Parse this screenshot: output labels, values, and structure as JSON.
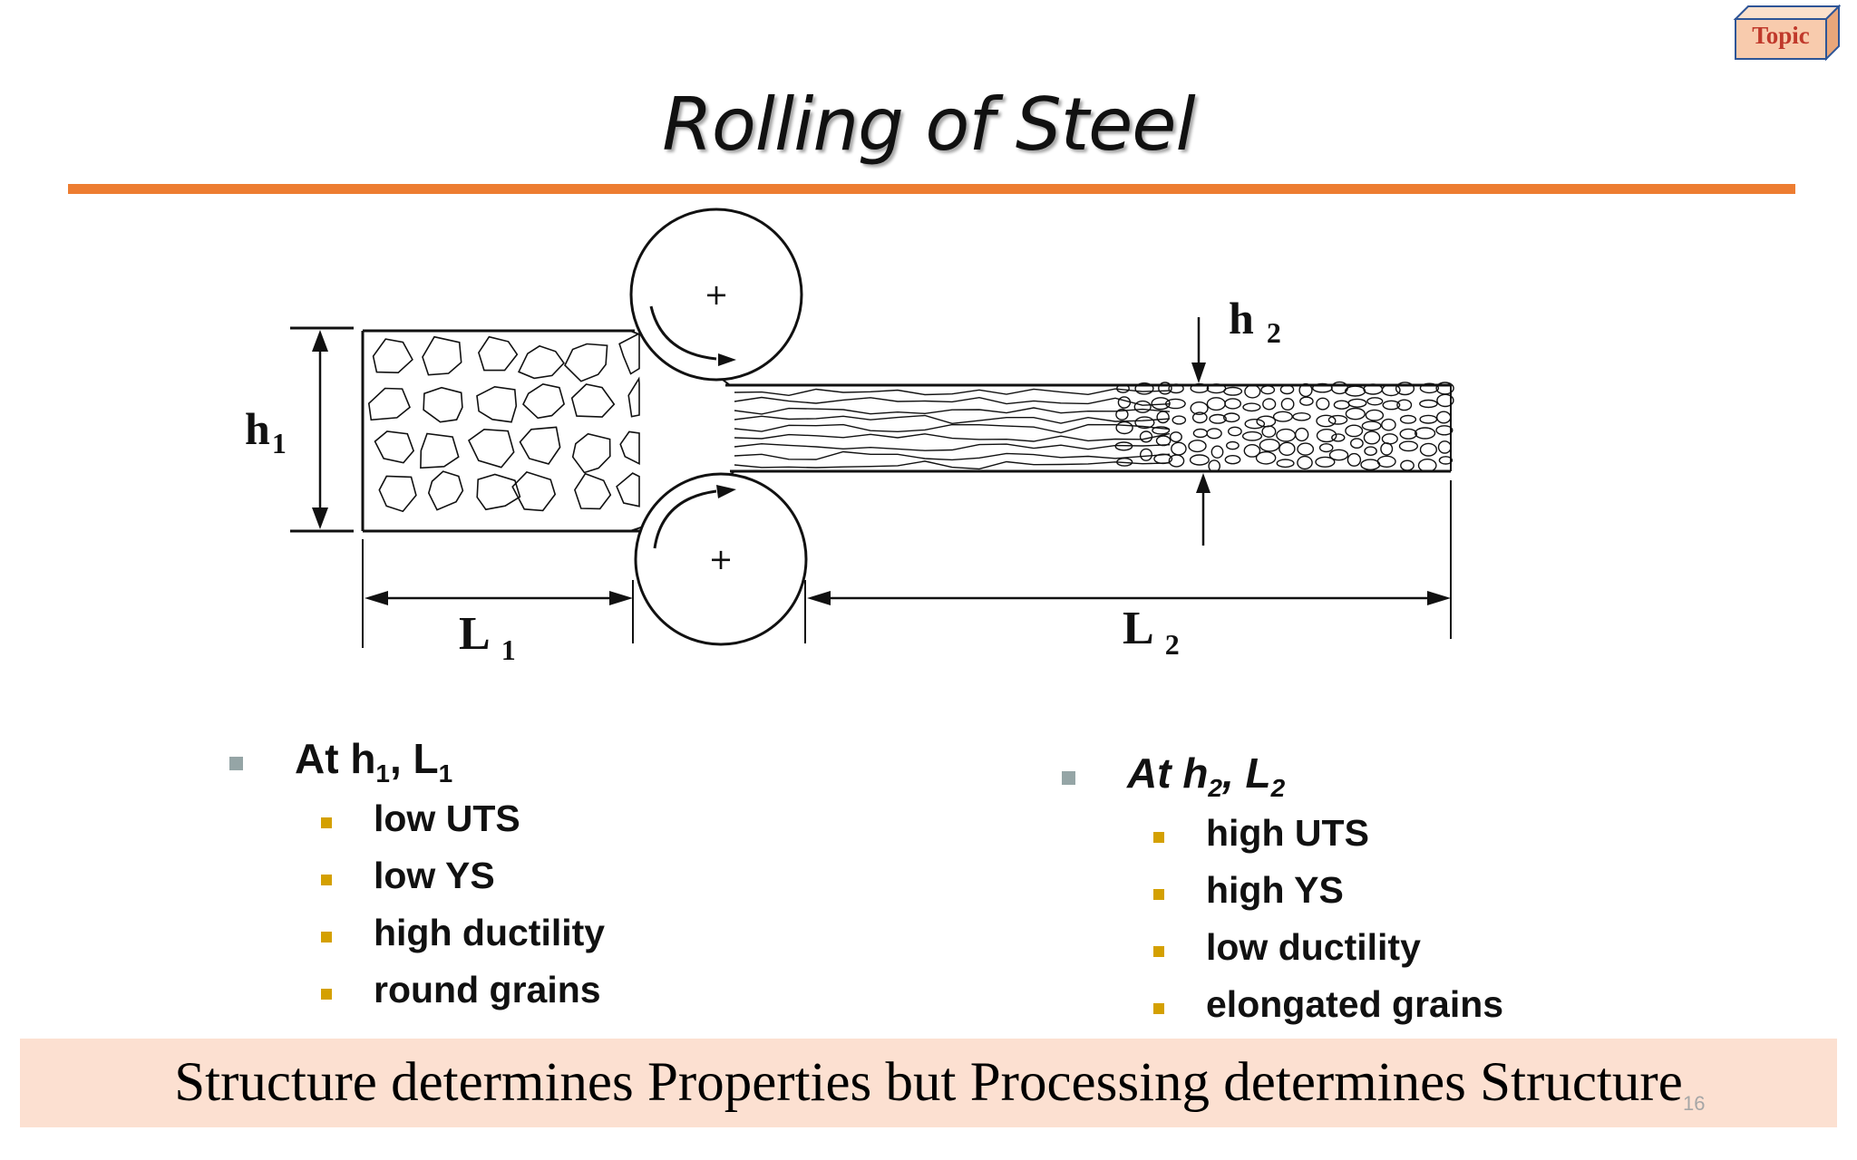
{
  "topic_button": {
    "label": "Topic"
  },
  "title": "Rolling of Steel",
  "diagram": {
    "h1": {
      "main": "h",
      "sub": "1"
    },
    "h2": {
      "main": "h",
      "sub": "2"
    },
    "L1": {
      "main": "L",
      "sub": "1"
    },
    "L2": {
      "main": "L",
      "sub": "2"
    },
    "roll_center_marks": [
      "+",
      "+"
    ]
  },
  "left_column": {
    "heading": {
      "text": "At h",
      "sub1": "1",
      "mid": ", L",
      "sub2": "1"
    },
    "items": [
      "low UTS",
      "low YS",
      "high ductility",
      "round grains"
    ]
  },
  "right_column": {
    "heading": {
      "text": "At h",
      "sub1": "2",
      "mid": ", L",
      "sub2": "2"
    },
    "items": [
      "high UTS",
      "high YS",
      "low ductility",
      "elongated grains"
    ]
  },
  "footer": {
    "text": "Structure determines Properties but Processing determines Structure"
  },
  "page_number": "16",
  "colors": {
    "accent_rule": "#ed7d31",
    "footer_bg": "#fce0d1",
    "topic_text": "#c0392b",
    "bullet_level1": "#95a5a6",
    "bullet_level2": "#d4a000"
  }
}
